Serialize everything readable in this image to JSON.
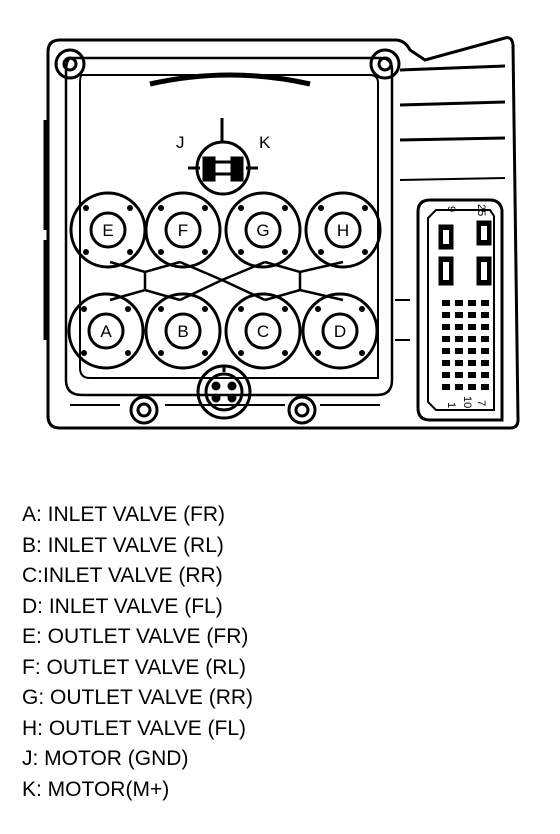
{
  "valves": {
    "E": "E",
    "F": "F",
    "G": "G",
    "H": "H",
    "A": "A",
    "B": "B",
    "C": "C",
    "D": "D"
  },
  "motor_terminals": {
    "J": "J",
    "K": "K"
  },
  "connector_pins": {
    "p9": "9",
    "p25": "25",
    "p1": "1",
    "p10": "10",
    "p7": "7"
  },
  "legend": [
    "A: INLET VALVE (FR)",
    "B: INLET VALVE (RL)",
    "C:INLET VALVE (RR)",
    "D: INLET VALVE (FL)",
    "E: OUTLET VALVE (FR)",
    "F: OUTLET VALVE (RL)",
    "G: OUTLET VALVE (RR)",
    "H: OUTLET VALVE (FL)",
    "J: MOTOR (GND)",
    "K: MOTOR(M+)"
  ]
}
